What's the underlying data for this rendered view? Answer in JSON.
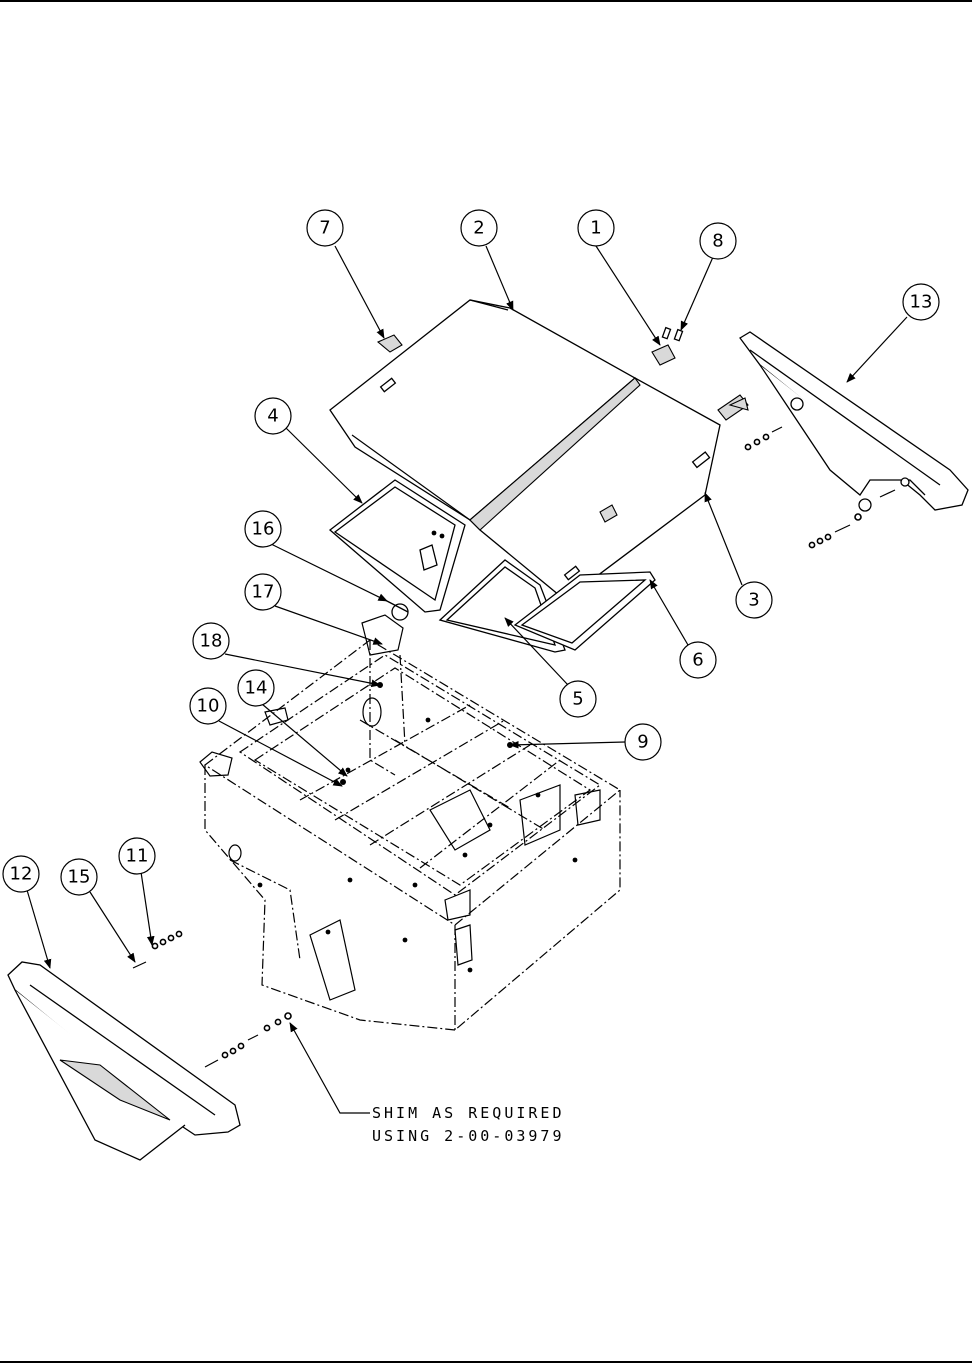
{
  "callouts": [
    {
      "label": "1"
    },
    {
      "label": "2"
    },
    {
      "label": "3"
    },
    {
      "label": "4"
    },
    {
      "label": "5"
    },
    {
      "label": "6"
    },
    {
      "label": "7"
    },
    {
      "label": "8"
    },
    {
      "label": "9"
    },
    {
      "label": "10"
    },
    {
      "label": "11"
    },
    {
      "label": "12"
    },
    {
      "label": "13"
    },
    {
      "label": "14"
    },
    {
      "label": "15"
    },
    {
      "label": "16"
    },
    {
      "label": "17"
    },
    {
      "label": "18"
    }
  ],
  "note": {
    "line1": "SHIM AS REQUIRED",
    "line2": "USING 2-00-03979"
  },
  "colors": {
    "ink": "#000000",
    "paper": "#ffffff",
    "shade": "#d9d9d9"
  }
}
